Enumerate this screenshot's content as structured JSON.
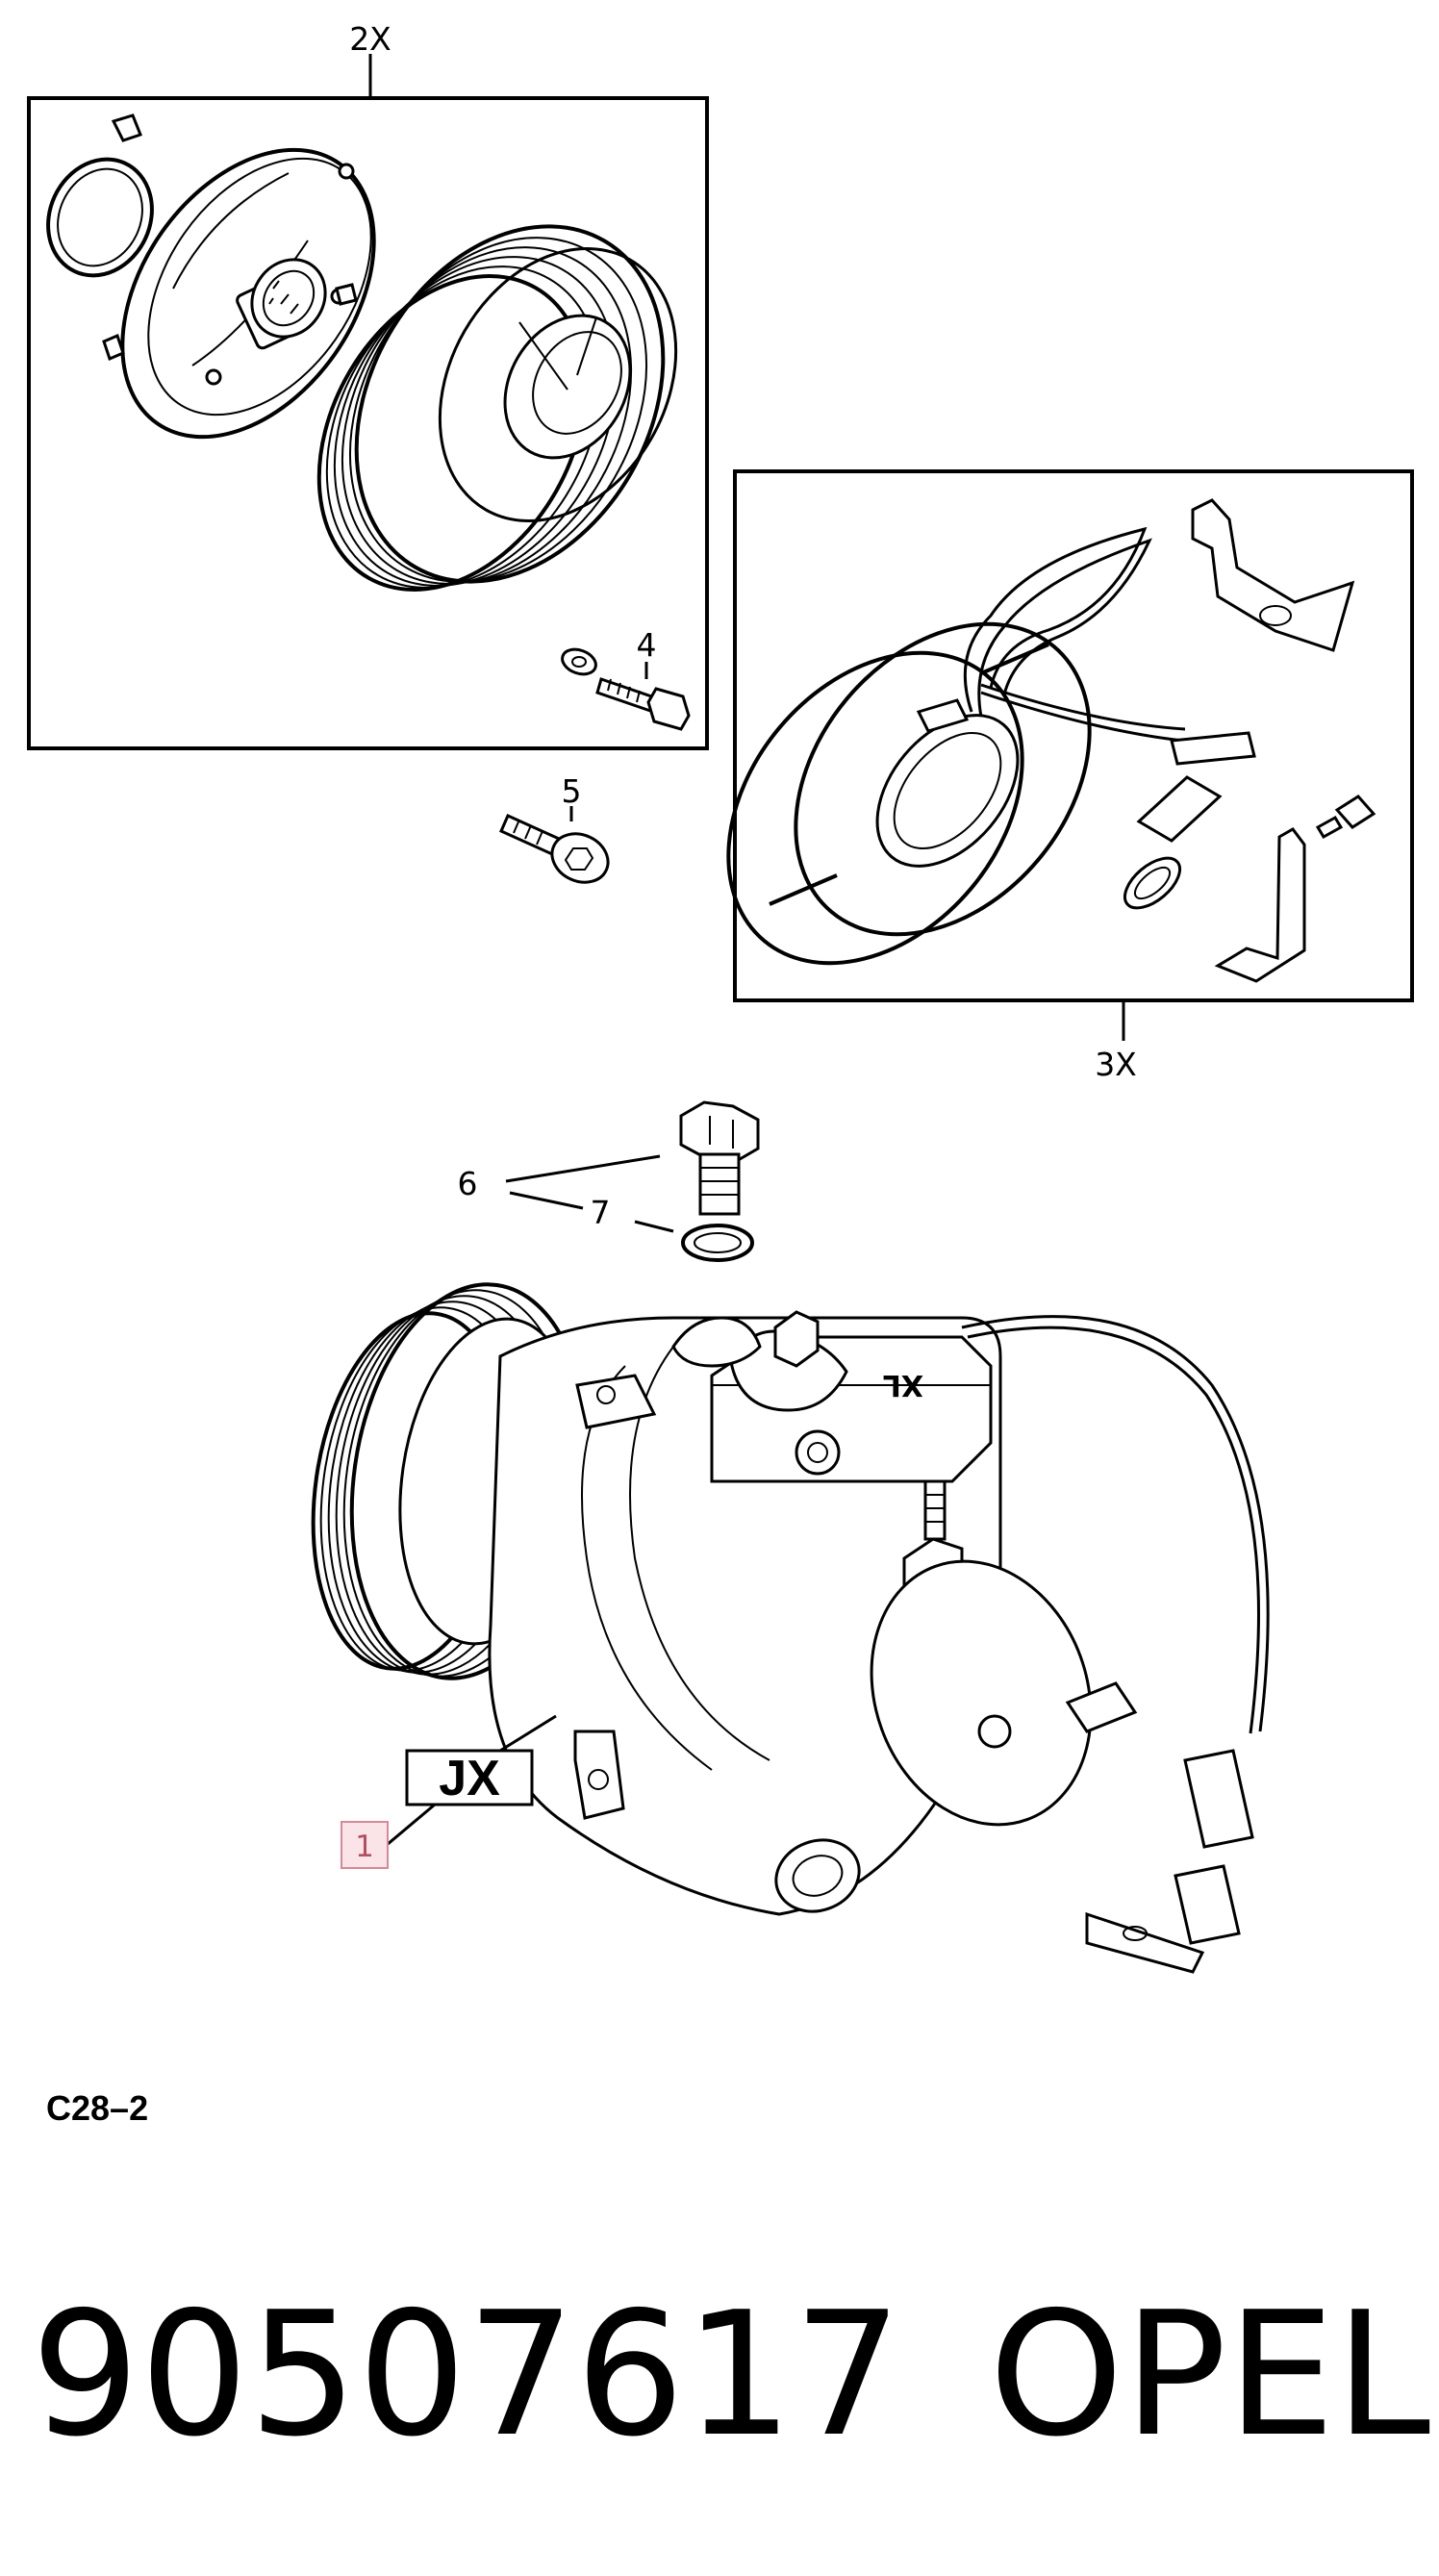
{
  "callouts": {
    "clutch_group_qty": "2X",
    "coil_group_qty": "3X",
    "bolt_small": "4",
    "bolt_cap": "5",
    "plug_bolt": "6",
    "seal_ring": "7",
    "compressor_code": "JX",
    "compressor_item": "1"
  },
  "footer": {
    "section_code": "C28–2",
    "part_number": "90507617",
    "brand": "OPEL"
  }
}
